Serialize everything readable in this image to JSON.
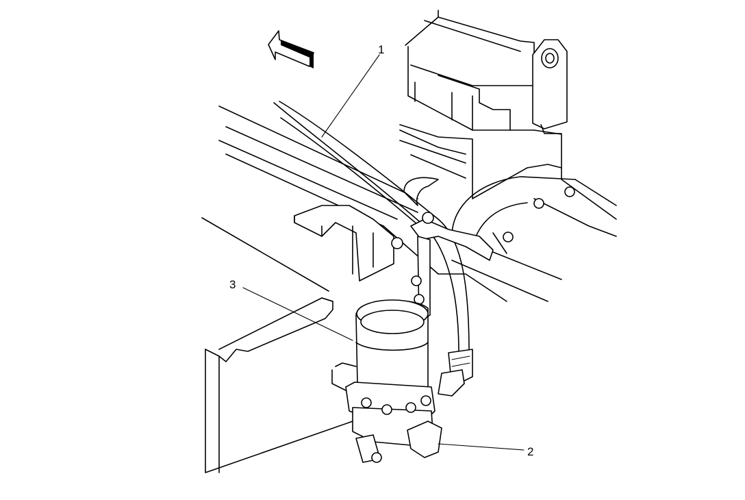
{
  "callouts": [
    {
      "label": "1"
    },
    {
      "label": "2"
    },
    {
      "label": "3"
    }
  ],
  "icons": {
    "direction_arrow": "forward-arrow-icon"
  }
}
